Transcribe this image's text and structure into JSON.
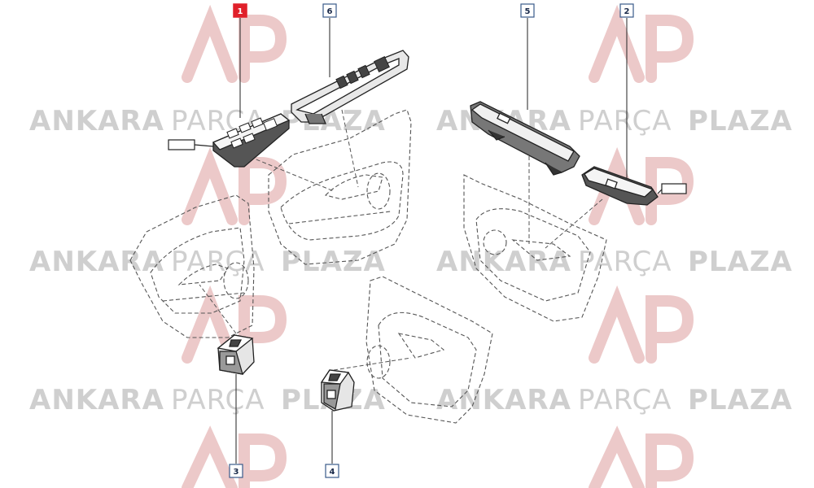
{
  "watermark": {
    "word1": "ANKARA",
    "word2": "PARÇA",
    "word3": "PLAZA",
    "logo_text": "AP",
    "color": "#c8c8c8",
    "logo_color": "#e8c4c4"
  },
  "callouts": [
    {
      "id": "callout-1",
      "label": "1",
      "highlighted": true
    },
    {
      "id": "callout-2",
      "label": "2",
      "highlighted": false
    },
    {
      "id": "callout-3",
      "label": "3",
      "highlighted": false
    },
    {
      "id": "callout-4",
      "label": "4",
      "highlighted": false
    },
    {
      "id": "callout-5",
      "label": "5",
      "highlighted": false
    },
    {
      "id": "callout-6",
      "label": "6",
      "highlighted": false
    }
  ],
  "colors": {
    "highlight": "#e0202a",
    "callout_border": "#3a5a8a",
    "line": "#222222",
    "dashed": "#555555"
  }
}
